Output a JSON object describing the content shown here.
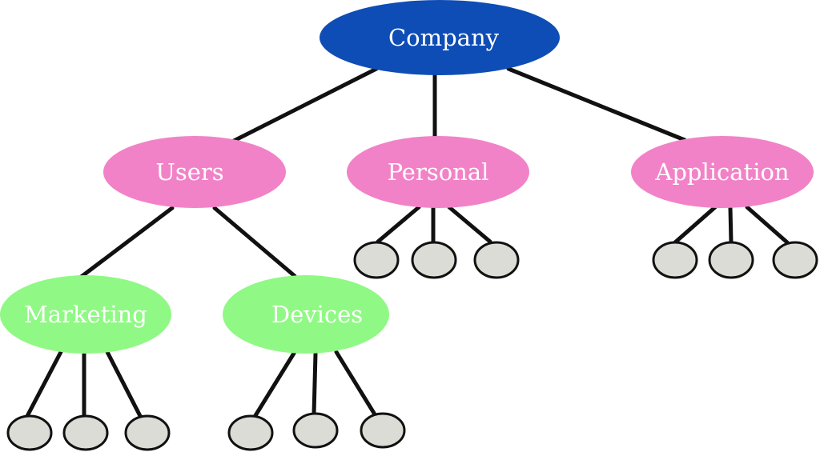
{
  "tree": {
    "root": {
      "label": "Company",
      "color": "#0e4db5"
    },
    "categories": [
      {
        "label": "Users",
        "color": "#f282c7",
        "leaf_count": 0
      },
      {
        "label": "Personal",
        "color": "#f282c7",
        "leaf_count": 3
      },
      {
        "label": "Application",
        "color": "#f282c7",
        "leaf_count": 3
      }
    ],
    "subcategories": [
      {
        "label": "Marketing",
        "parent": "Users",
        "color": "#90f985",
        "leaf_count": 3
      },
      {
        "label": "Devices",
        "parent": "Users",
        "color": "#90f985",
        "leaf_count": 3
      }
    ],
    "leaf_color": "#dcdcd6"
  }
}
